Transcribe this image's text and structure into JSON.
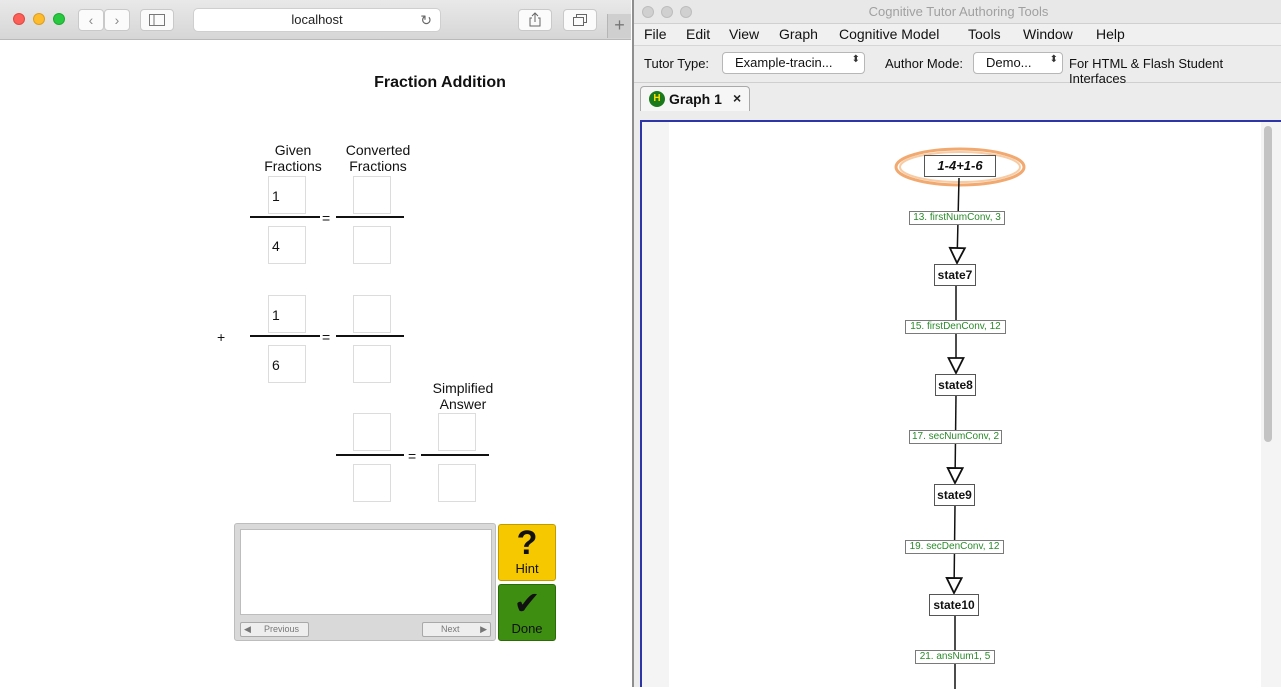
{
  "browser": {
    "address": "localhost"
  },
  "tutor": {
    "title": "Fraction Addition",
    "given_header": "Given Fractions",
    "converted_header": "Converted Fractions",
    "simplified_header": "Simplified Answer",
    "first_numerator": "1",
    "first_denominator": "4",
    "second_numerator": "1",
    "second_denominator": "6",
    "plus": "+",
    "equals": "=",
    "prev_label": "Previous",
    "next_label": "Next",
    "hint_label": "Hint",
    "done_label": "Done",
    "hint_symbol": "?",
    "done_symbol": "✔"
  },
  "ctat": {
    "window_title": "Cognitive Tutor Authoring Tools",
    "menu": [
      "File",
      "Edit",
      "View",
      "Graph",
      "Cognitive Model",
      "Tools",
      "Window",
      "Help"
    ],
    "tutor_type_label": "Tutor Type:",
    "tutor_type_value": "Example-tracin...",
    "author_mode_label": "Author Mode:",
    "author_mode_value": "Demo...",
    "interface_note": "For HTML & Flash Student Interfaces",
    "tab_label": "Graph 1",
    "tab_close": "×",
    "start_state": "1-4+1-6",
    "states": [
      "state7",
      "state8",
      "state9",
      "state10"
    ],
    "edges": [
      "13. firstNumConv, 3",
      "15. firstDenConv, 12",
      "17. secNumConv, 2",
      "19. secDenConv, 12",
      "21. ansNum1, 5"
    ],
    "start_highlight_color": "#f0a060"
  }
}
